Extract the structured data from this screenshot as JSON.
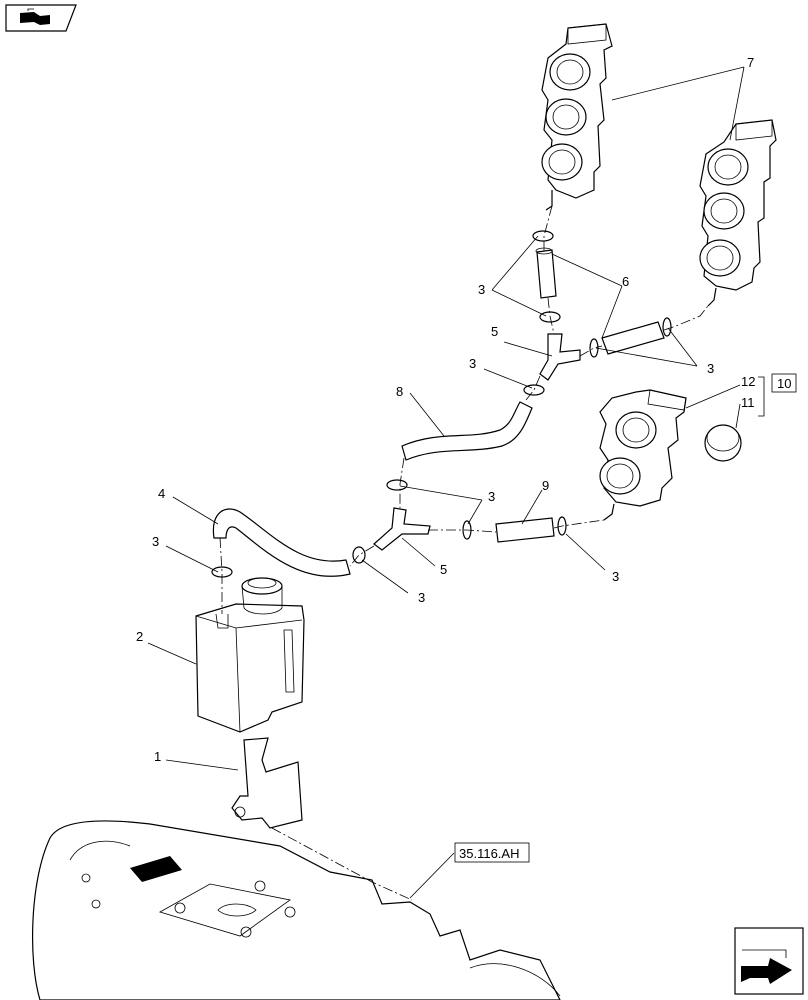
{
  "callouts": {
    "c1": "1",
    "c2": "2",
    "c3a": "3",
    "c3b": "3",
    "c3c": "3",
    "c3d": "3",
    "c3e": "3",
    "c3f": "3",
    "c3g": "3",
    "c4": "4",
    "c5a": "5",
    "c5b": "5",
    "c6": "6",
    "c7": "7",
    "c8": "8",
    "c9": "9",
    "c10": "10",
    "c11": "11",
    "c12": "12"
  },
  "reference": {
    "label": "35.116.AH"
  },
  "icons": {
    "top_left": "book-arrow-icon",
    "bottom_right": "next-page-arrow-icon"
  }
}
